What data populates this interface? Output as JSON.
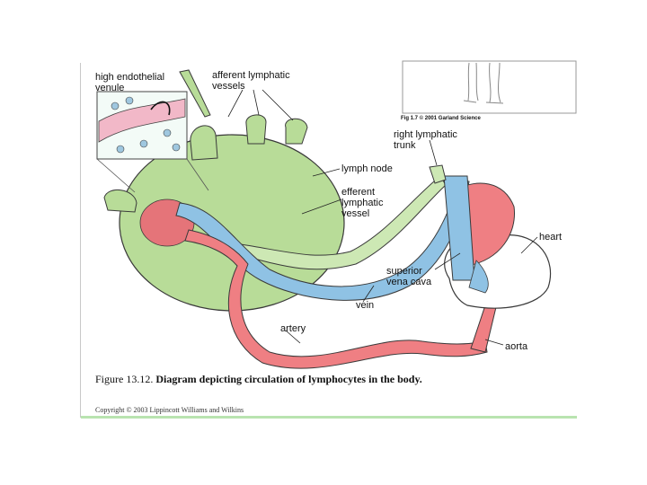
{
  "labels": {
    "hev": "high endothelial\nvenule",
    "afferent": "afferent lymphatic\nvessels",
    "fig_credit": "Fig 1.7  © 2001 Garland Science",
    "right_trunk": "right lymphatic\ntrunk",
    "lymph_node": "lymph node",
    "efferent": "efferent\nlymphatic\nvessel",
    "heart": "heart",
    "svc": "superior\nvena cava",
    "vein": "vein",
    "artery": "artery",
    "aorta": "aorta"
  },
  "caption": {
    "prefix": "Figure 13.12.",
    "bold": "Diagram depicting circulation of lymphocytes in the body."
  },
  "copyright": "Copyright © 2003 Lippincott Williams and Wilkins",
  "colors": {
    "node_green": "#b8dc98",
    "lymph_green": "#cde8b4",
    "vein_blue": "#8fc2e4",
    "artery_red": "#ef7f83",
    "outline": "#3a3a3a",
    "accent_green": "#b9e4b0"
  }
}
